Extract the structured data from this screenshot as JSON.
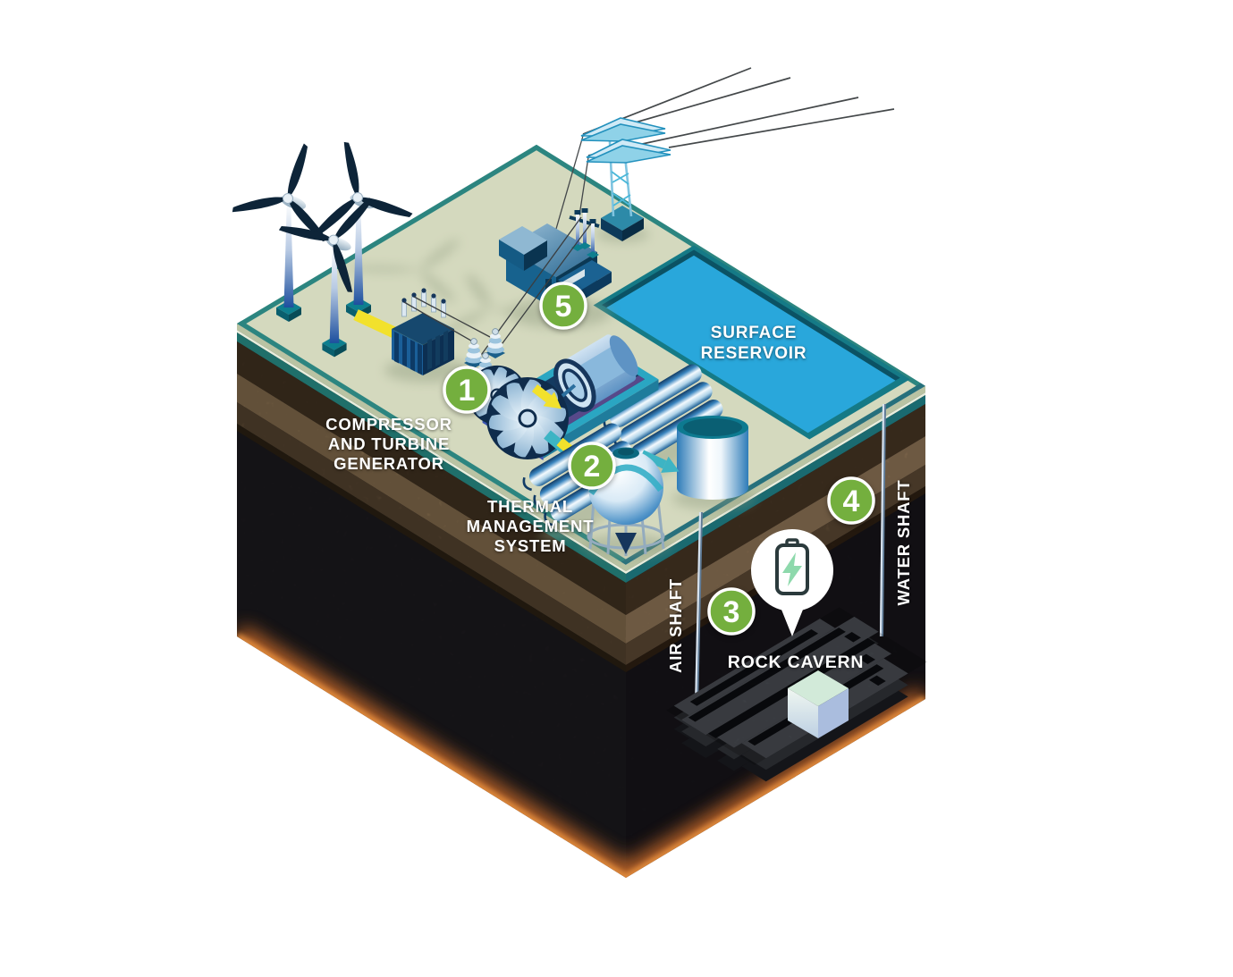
{
  "diagram": {
    "labels": {
      "compressor": {
        "lines": [
          "COMPRESSOR",
          "AND TURBINE",
          "GENERATOR"
        ]
      },
      "thermal": {
        "lines": [
          "THERMAL",
          "MANAGEMENT",
          "SYSTEM"
        ]
      },
      "reservoir": {
        "lines": [
          "SURFACE",
          "RESERVOIR"
        ]
      },
      "rock_cavern": "ROCK CAVERN",
      "air_shaft": "AIR SHAFT",
      "water_shaft": "WATER SHAFT"
    },
    "steps": [
      {
        "number": "1"
      },
      {
        "number": "2"
      },
      {
        "number": "3"
      },
      {
        "number": "4"
      },
      {
        "number": "5"
      }
    ],
    "icons": {
      "battery": "battery-charging-icon",
      "bolt": "lightning-bolt-icon"
    },
    "colors": {
      "step_green": "#74af3e",
      "reservoir_blue": "#29a7db",
      "surface_green": "#d4d9be",
      "edge_teal": "#2c8580",
      "arrow_yellow": "#f2e12c",
      "arrow_teal": "#3db4c4",
      "deep_navy": "#0e3a5e",
      "rock_black": "#18161a",
      "soil_brown": "#7f684a",
      "glow_orange": "#c2672c",
      "battery_bolt_green": "#8ed9ac",
      "purple_wall": "#57498a"
    }
  }
}
